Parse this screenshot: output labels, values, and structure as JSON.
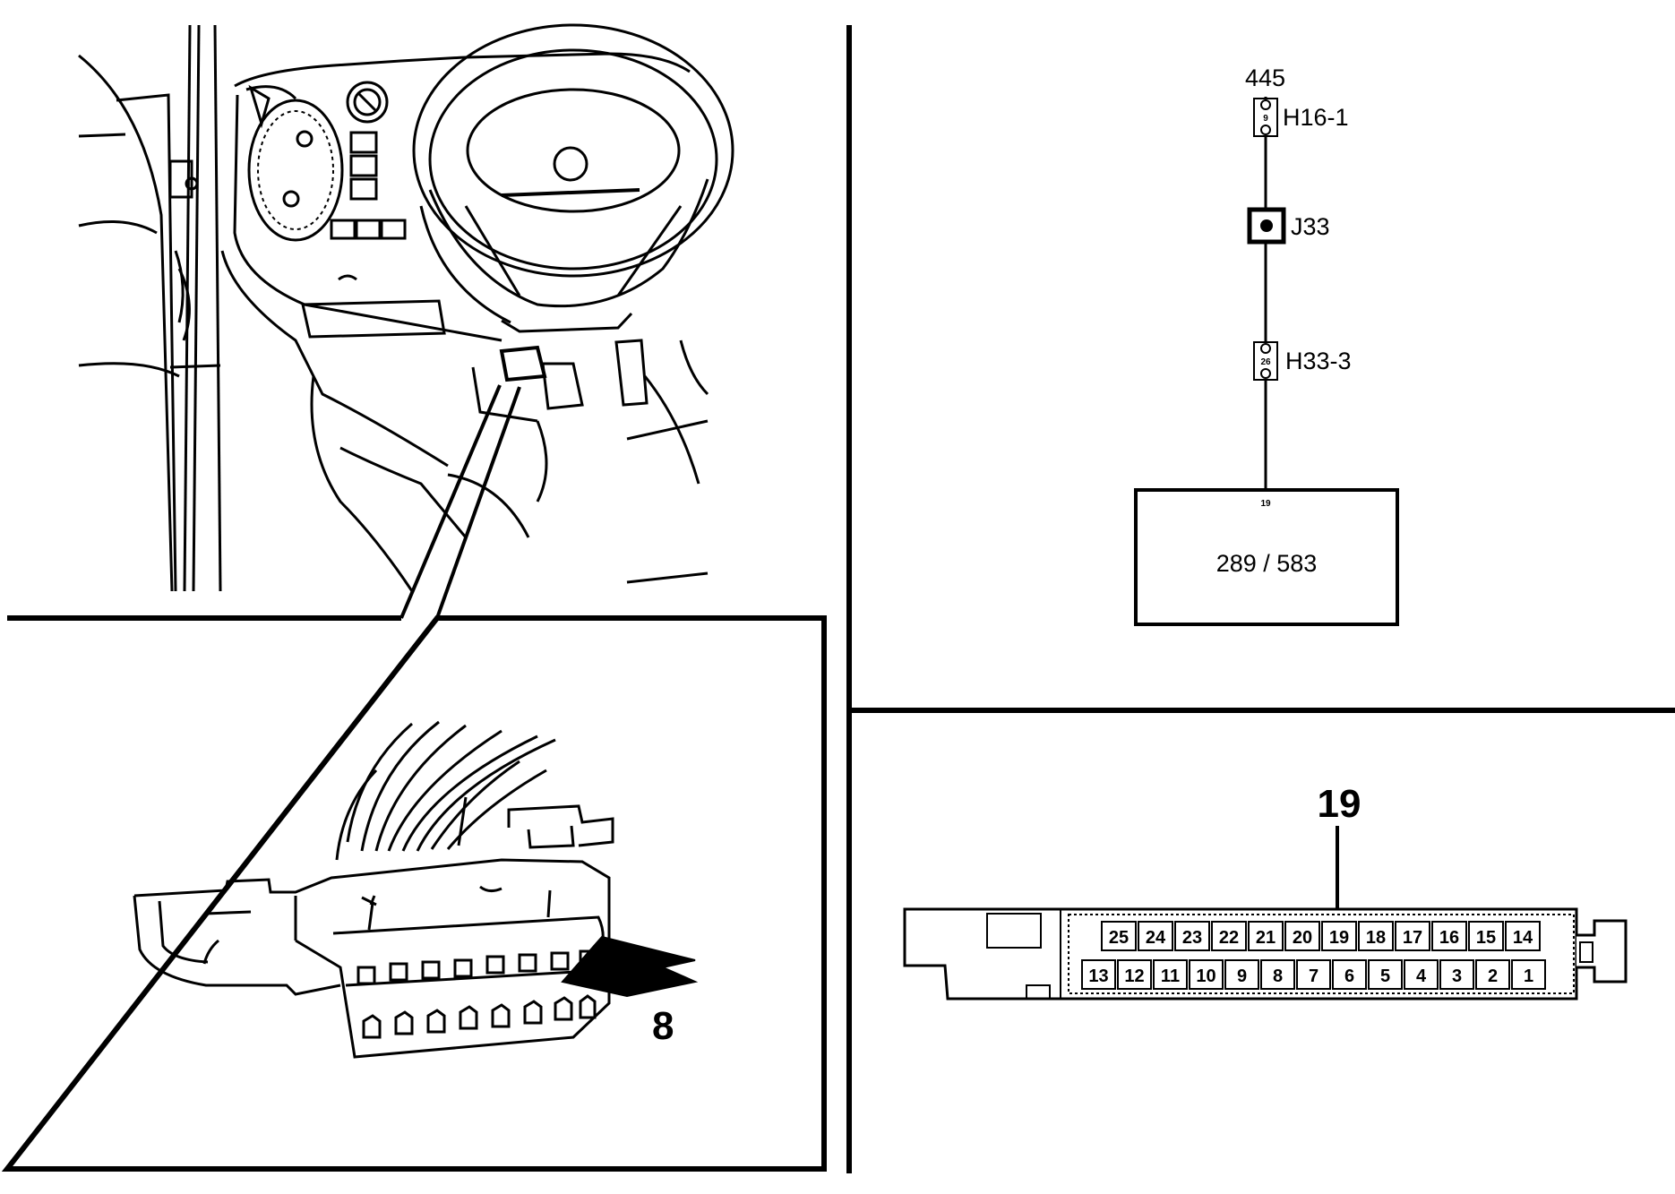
{
  "left_panel": {
    "callout_label": "8"
  },
  "wiring": {
    "top_label": "445",
    "connectors": [
      {
        "id": "H16-1",
        "pin": "9"
      },
      {
        "id": "J33"
      },
      {
        "id": "H33-3",
        "pin": "26"
      }
    ],
    "unit_pin": "19",
    "unit_label": "289 / 583"
  },
  "connector_pinout": {
    "highlight_label": "19",
    "top_row": [
      "25",
      "24",
      "23",
      "22",
      "21",
      "20",
      "19",
      "18",
      "17",
      "16",
      "15",
      "14"
    ],
    "bottom_row": [
      "13",
      "12",
      "11",
      "10",
      "9",
      "8",
      "7",
      "6",
      "5",
      "4",
      "3",
      "2",
      "1"
    ]
  }
}
